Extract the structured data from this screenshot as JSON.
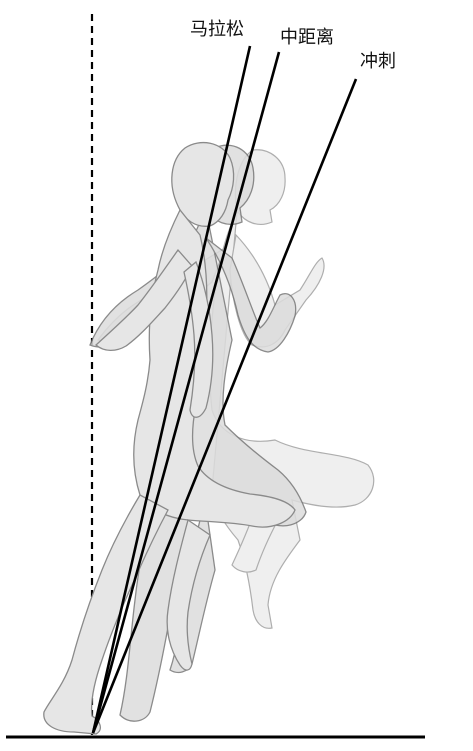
{
  "diagram": {
    "labels": {
      "marathon": "马拉松",
      "middle_distance": "中距离",
      "sprint": "冲刺"
    },
    "colors": {
      "line": "#000000",
      "figure_fill": "#e6e6e6",
      "figure_stroke": "#8a8a8a",
      "ground": "#000000",
      "background": "#ffffff"
    }
  }
}
